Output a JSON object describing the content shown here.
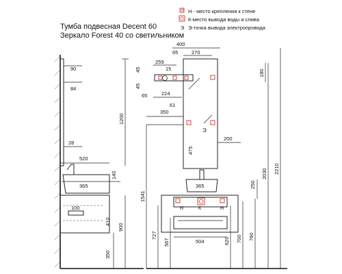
{
  "title": {
    "line1": "Тумба подвесная Decent 60",
    "line2": "Зеркало Forest 40 со светильником"
  },
  "legend": [
    {
      "symbol": "Н",
      "text": "Н - место крепления к стене"
    },
    {
      "symbol": "К",
      "text": "К-место вывода воды и слива"
    },
    {
      "symbol": "Э",
      "text": "Э-точка вывода электропровода"
    }
  ],
  "dimensions": {
    "d400": "400",
    "d270": "270",
    "d65a": "65",
    "d259": "259",
    "d180": "180",
    "d45a": "45",
    "d15": "15",
    "d45b": "45",
    "d65b": "65",
    "d224": "224",
    "d61": "61",
    "d350": "350",
    "d1200": "1200",
    "d90": "90",
    "d84": "84",
    "d28": "28",
    "d520": "520",
    "d200": "200",
    "d475": "475",
    "d140": "140",
    "d365a": "365",
    "d365b": "365",
    "d250": "250",
    "d1541": "1541",
    "d2030": "2030",
    "d2210": "2210",
    "d100": "100",
    "d410": "410",
    "d900": "900",
    "d727": "727",
    "d567": "567",
    "d504": "504",
    "d620": "620",
    "d700": "700",
    "d760": "760",
    "d350b": "350"
  },
  "markers": {
    "H": "Н",
    "K": "К",
    "E": "Э"
  }
}
